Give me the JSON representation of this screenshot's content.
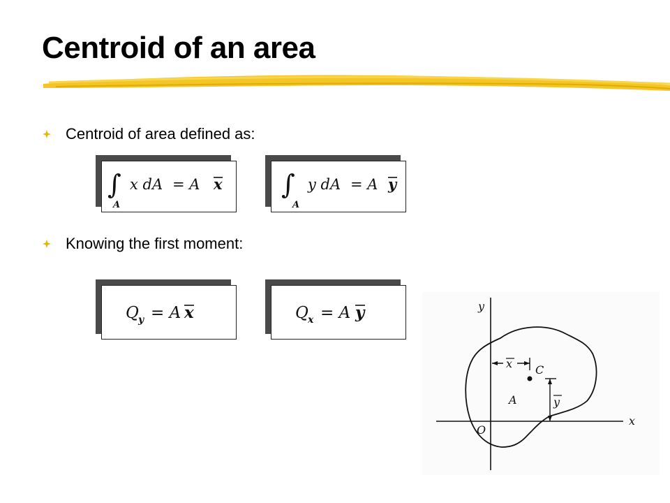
{
  "slide": {
    "title": "Centroid of an area",
    "accent_color": "#f2c21a",
    "bullets": [
      {
        "text": "Centroid of area defined as:"
      },
      {
        "text": "Knowing the first moment:"
      }
    ],
    "bullet_marker_icon": "diamond-star-icon",
    "bullet_marker_color": "#e8b400"
  },
  "equations": {
    "eq1": {
      "integrand": "x dA",
      "rhs": "= A",
      "bar_var": "x",
      "limit": "A"
    },
    "eq2": {
      "integrand": "y dA",
      "rhs": "= A",
      "bar_var": "y",
      "limit": "A"
    },
    "eq3": {
      "lhs": "Q",
      "sub": "y",
      "rhs": "= A",
      "bar_var": "x"
    },
    "eq4": {
      "lhs": "Q",
      "sub": "x",
      "rhs": "= A",
      "bar_var": "y"
    }
  },
  "figure": {
    "y_axis_label": "y",
    "x_axis_label": "x",
    "origin_label": "O",
    "centroid_label": "C",
    "area_label": "A",
    "xbar_label": "x",
    "ybar_label": "y"
  }
}
